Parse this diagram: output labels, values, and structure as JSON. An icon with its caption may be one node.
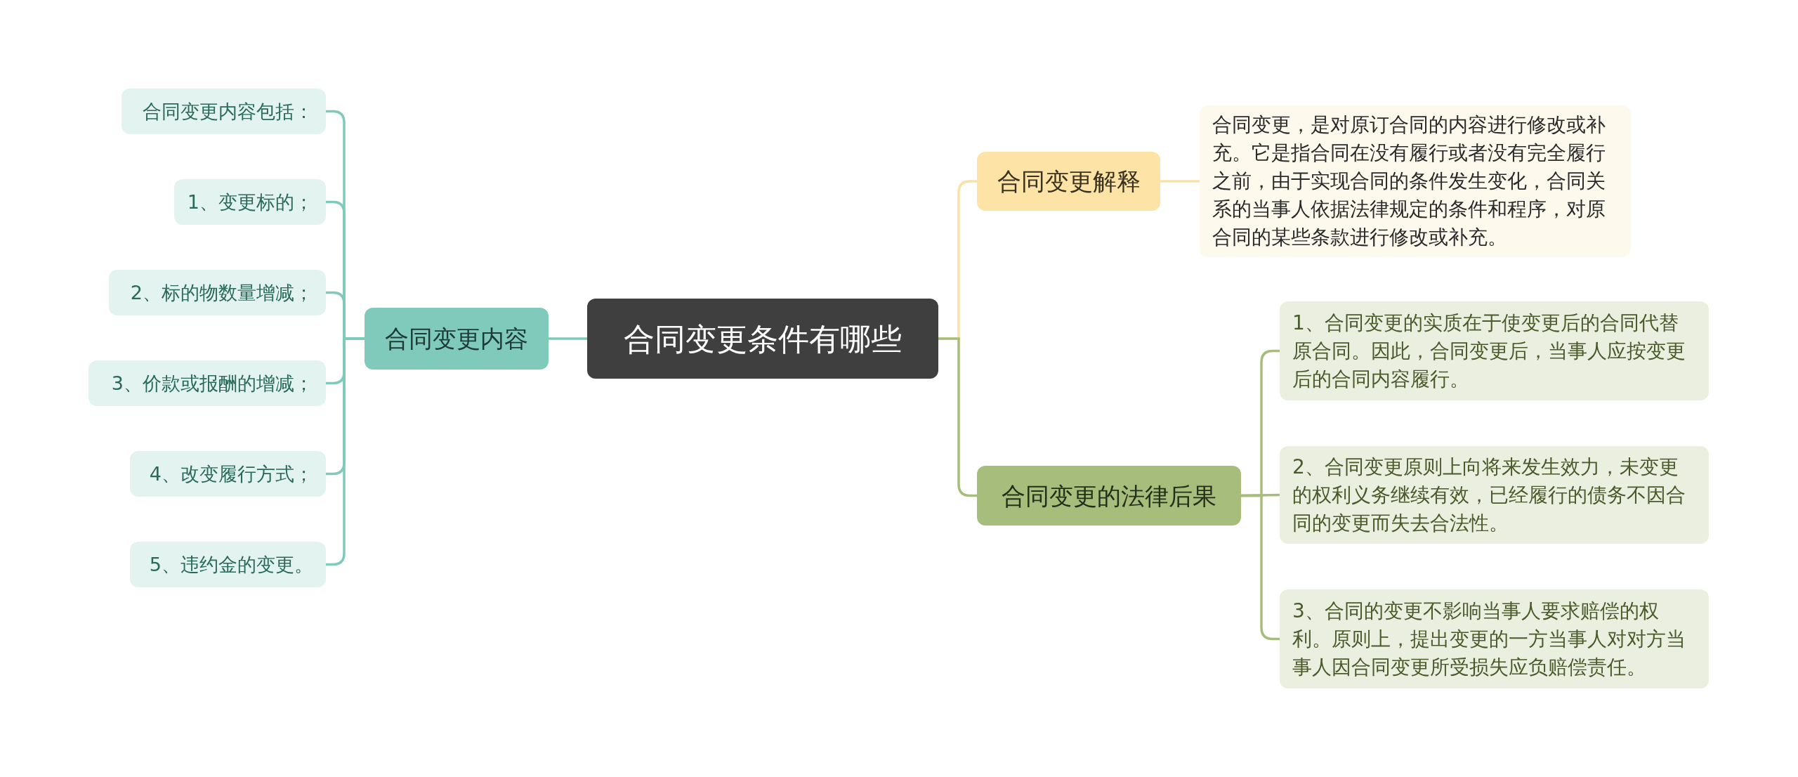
{
  "diagram": {
    "nodes": [
      {
        "text": [
          "合同变更条件有哪些"
        ]
      },
      {
        "text": [
          "合同变更内容"
        ]
      },
      {
        "text": [
          "合同变更内容包括："
        ]
      },
      {
        "text": [
          "1、变更标的；"
        ]
      },
      {
        "text": [
          "2、标的物数量增减；"
        ]
      },
      {
        "text": [
          "3、价款或报酬的增减；"
        ]
      },
      {
        "text": [
          "4、改变履行方式；"
        ]
      },
      {
        "text": [
          "5、违约金的变更。"
        ]
      },
      {
        "text": [
          "合同变更解释"
        ]
      },
      {
        "text": [
          "合同变更，是对原订合同的内容进行修改或补充。它是指合同在没有履行或者没有完全履行之前，由于实现合同的条件发生变化，合同关系的当事人依据法律规定的条件和程序，对原合同的某些条款进行修改或补充。"
        ]
      },
      {
        "text": [
          "合同变更的法律后果"
        ]
      },
      {
        "text": [
          "1、合同变更的实质在于使变更后的合同代替原合同。因此，合同变更后，当事人应按变更后的合同内容履行。"
        ]
      },
      {
        "text": [
          "2、合同变更原则上向将来发生效力，未变更的权利义务继续有效，已经履行的债务不因合同的变更而失去合法性。"
        ]
      },
      {
        "text": [
          "3、合同的变更不影响当事人要求赔偿的权利。原则上，提出变更的一方当事人对对方当事人因合同变更所受损失应负赔偿责任。"
        ]
      }
    ],
    "edges": [
      {
        "from": 0,
        "to": 1,
        "arrow": "none"
      },
      {
        "from": 1,
        "to": 2,
        "arrow": "none"
      },
      {
        "from": 1,
        "to": 3,
        "arrow": "none"
      },
      {
        "from": 1,
        "to": 4,
        "arrow": "none"
      },
      {
        "from": 1,
        "to": 5,
        "arrow": "none"
      },
      {
        "from": 1,
        "to": 6,
        "arrow": "none"
      },
      {
        "from": 1,
        "to": 7,
        "arrow": "none"
      },
      {
        "from": 0,
        "to": 8,
        "arrow": "none",
        "color": "#f9e2a8"
      },
      {
        "from": 8,
        "to": 9,
        "arrow": "none",
        "color": "#f9e2a8"
      },
      {
        "from": 0,
        "to": 10,
        "arrow": "none",
        "color": "#a6bd7b"
      },
      {
        "from": 10,
        "to": 11,
        "arrow": "none",
        "color": "#a6bd7b"
      },
      {
        "from": 10,
        "to": 12,
        "arrow": "none",
        "color": "#a6bd7b"
      },
      {
        "from": 10,
        "to": 13,
        "arrow": "none",
        "color": "#a6bd7b"
      }
    ]
  }
}
